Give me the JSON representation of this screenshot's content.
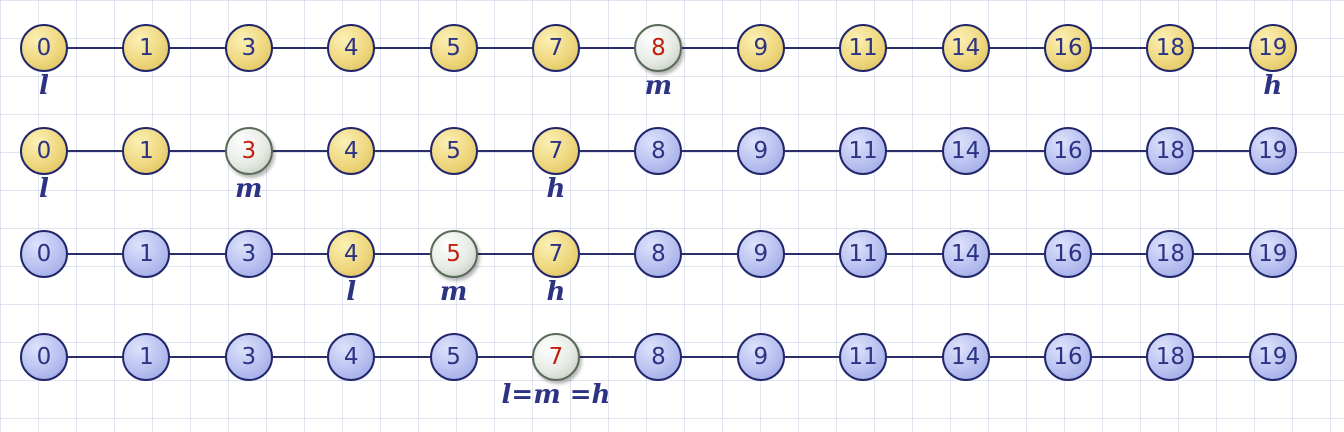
{
  "diagram": {
    "values": [
      "0",
      "1",
      "3",
      "4",
      "5",
      "7",
      "8",
      "9",
      "11",
      "14",
      "16",
      "18",
      "19"
    ],
    "colors": {
      "active": "#eed77e",
      "discarded": "#b8c0f0",
      "mid": "#e6eae4",
      "mid_text": "#c0210c",
      "text": "#2d3383",
      "line": "#2a2f6a"
    },
    "rows": [
      {
        "states": [
          "active",
          "active",
          "active",
          "active",
          "active",
          "active",
          "mid",
          "active",
          "active",
          "active",
          "active",
          "active",
          "active"
        ],
        "labels": [
          {
            "text": "l",
            "index": 0
          },
          {
            "text": "m",
            "index": 6
          },
          {
            "text": "h",
            "index": 12
          }
        ]
      },
      {
        "states": [
          "active",
          "active",
          "mid",
          "active",
          "active",
          "active",
          "discarded",
          "discarded",
          "discarded",
          "discarded",
          "discarded",
          "discarded",
          "discarded"
        ],
        "labels": [
          {
            "text": "l",
            "index": 0
          },
          {
            "text": "m",
            "index": 2
          },
          {
            "text": "h",
            "index": 5
          }
        ]
      },
      {
        "states": [
          "discarded",
          "discarded",
          "discarded",
          "active",
          "mid",
          "active",
          "discarded",
          "discarded",
          "discarded",
          "discarded",
          "discarded",
          "discarded",
          "discarded"
        ],
        "labels": [
          {
            "text": "l",
            "index": 3
          },
          {
            "text": "m",
            "index": 4
          },
          {
            "text": "h",
            "index": 5
          }
        ]
      },
      {
        "states": [
          "discarded",
          "discarded",
          "discarded",
          "discarded",
          "discarded",
          "mid",
          "discarded",
          "discarded",
          "discarded",
          "discarded",
          "discarded",
          "discarded",
          "discarded"
        ],
        "labels": [
          {
            "text": "l=m =h",
            "index": 5
          }
        ]
      }
    ]
  }
}
